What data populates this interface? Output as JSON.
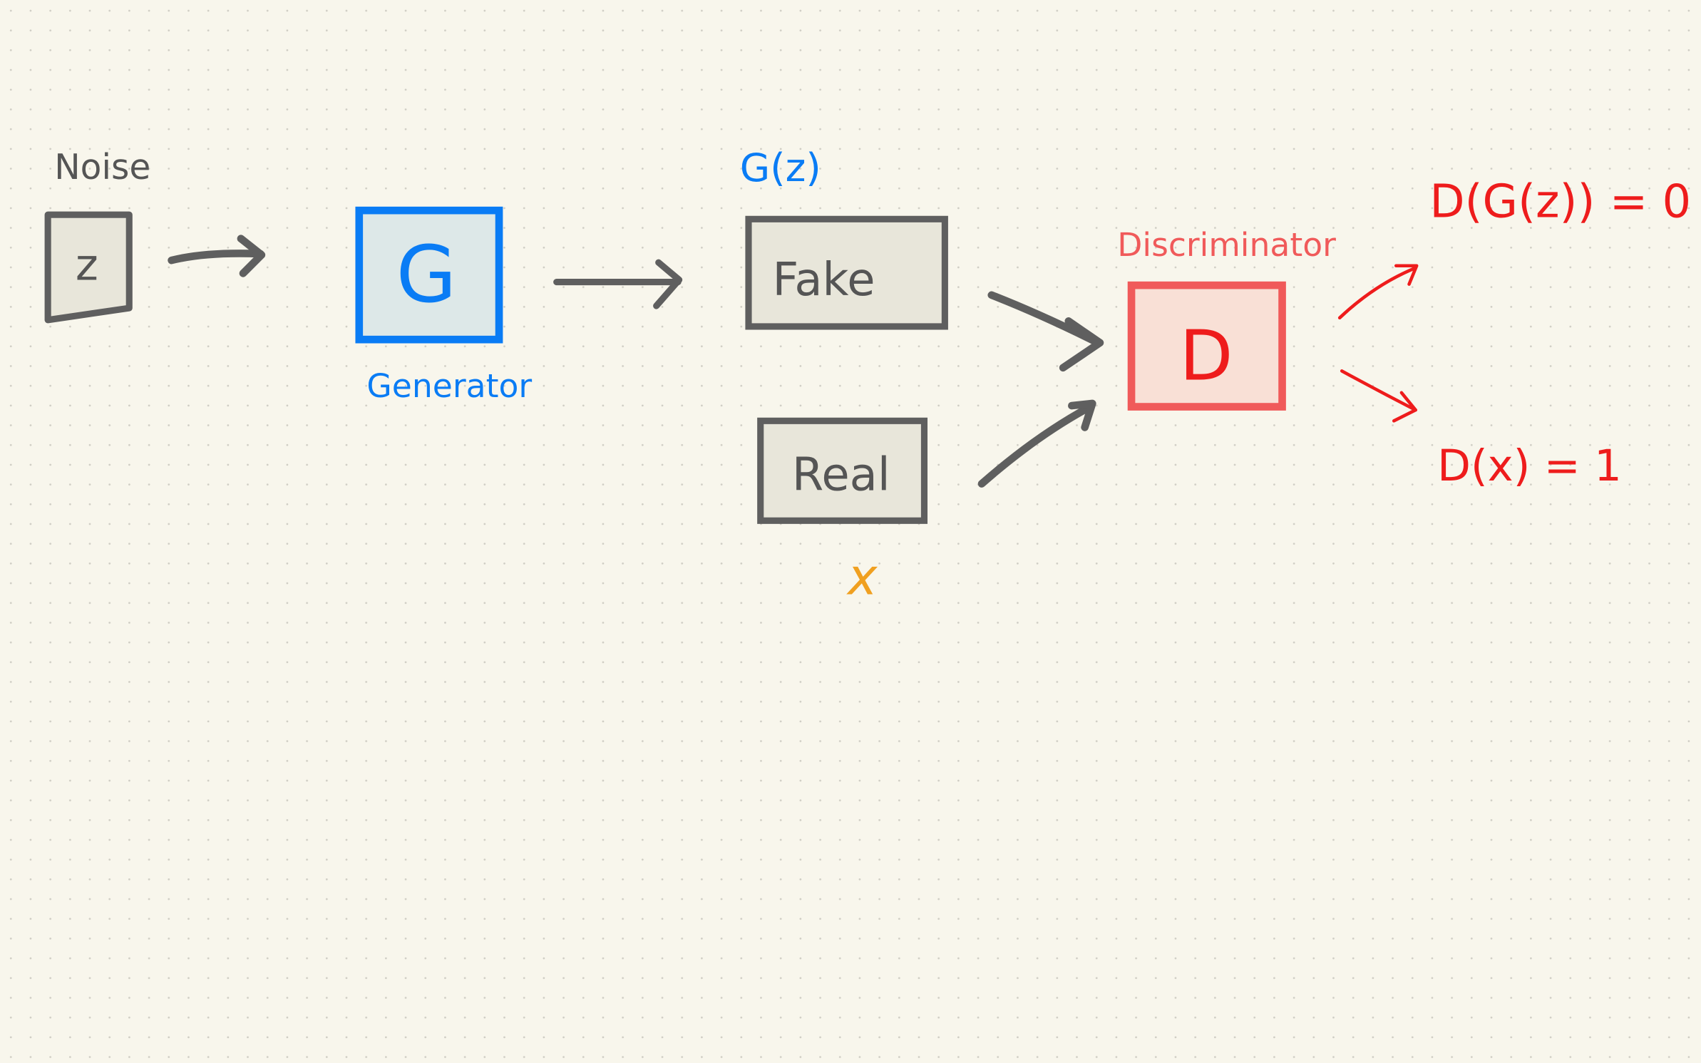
{
  "labels": {
    "noise": "Noise",
    "z": "z",
    "generator_symbol": "G",
    "generator": "Generator",
    "gz": "G(z)",
    "fake": "Fake",
    "real": "Real",
    "x": "x",
    "discriminator": "Discriminator",
    "discriminator_symbol": "D",
    "output_fake": "D(G(z)) = 0",
    "output_real": "D(x) = 1"
  },
  "colors": {
    "background": "#f8f6ec",
    "dot": "#cfcdc4",
    "gray": "#5f5f5f",
    "blue": "#0a7cf5",
    "orange": "#f0a020",
    "red": "#ee1c1c",
    "disc_stroke": "#f05a5a"
  }
}
